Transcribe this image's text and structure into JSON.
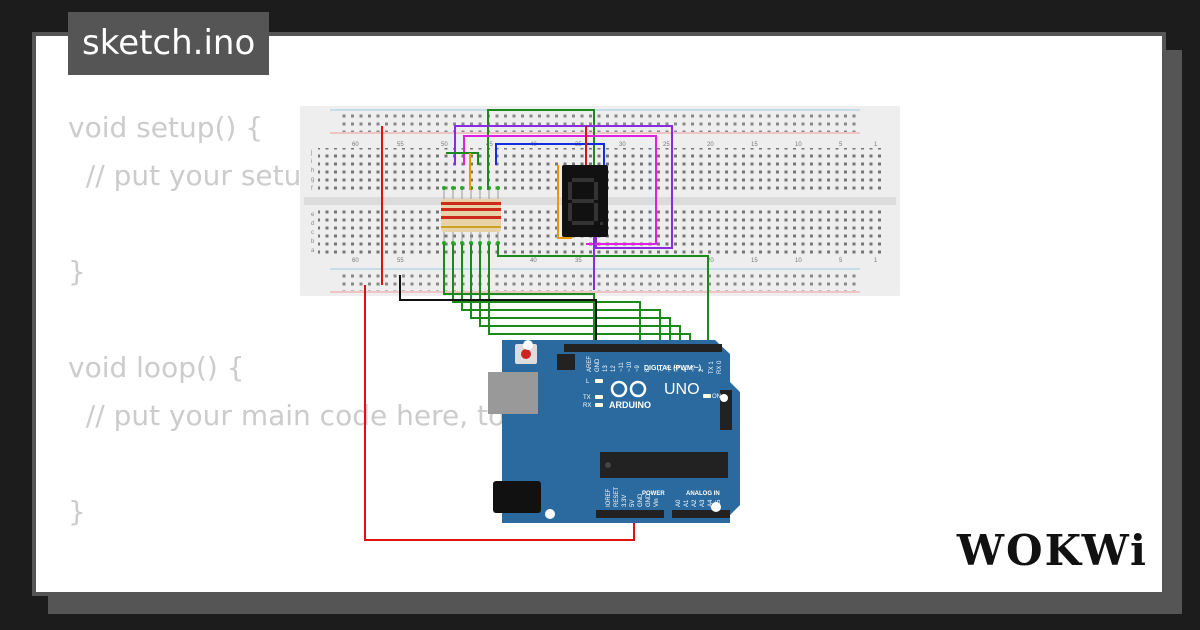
{
  "tab": {
    "filename": "sketch.ino"
  },
  "code": {
    "lines": [
      "void setup() {",
      "  // put your setup code here, to run once:",
      "",
      "}",
      "",
      "void loop() {",
      "  // put your main code here, to run repeatedly:",
      "",
      "}"
    ]
  },
  "board": {
    "name": "UNO",
    "brand": "ARDUINO",
    "digital_header": "DIGITAL (PWM ~)",
    "power_header": "POWER",
    "analog_header": "ANALOG IN",
    "on_label": "ON",
    "l_label": "L",
    "tx_label": "TX",
    "rx_label": "RX",
    "top_pins": [
      "AREF",
      "GND",
      "13",
      "12",
      "~11",
      "~10",
      "~9",
      "8",
      "7",
      "~6",
      "~5",
      "4",
      "~3",
      "2",
      "TX 1",
      "RX 0"
    ],
    "bottom_pins": [
      "IOREF",
      "RESET",
      "3.3V",
      "5V",
      "GND",
      "GND",
      "Vin",
      "A0",
      "A1",
      "A2",
      "A3",
      "A4",
      "A5"
    ]
  },
  "breadboard": {
    "column_numbers": [
      "60",
      "55",
      "50",
      "45",
      "40",
      "35",
      "30",
      "25",
      "20",
      "15",
      "10",
      "5",
      "1"
    ],
    "row_letters_top": [
      "j",
      "i",
      "h",
      "g",
      "f"
    ],
    "row_letters_bottom": [
      "e",
      "d",
      "c",
      "b",
      "a"
    ]
  },
  "brand": {
    "logo_text": "WOKWi"
  },
  "colors": {
    "board_blue": "#2a6a9e",
    "wire_green": "#1a8a1a",
    "wire_red": "#d11",
    "wire_purple": "#8a2be2",
    "wire_magenta": "#e020e0",
    "wire_blue": "#1030e0",
    "wire_orange": "#e89a00"
  }
}
